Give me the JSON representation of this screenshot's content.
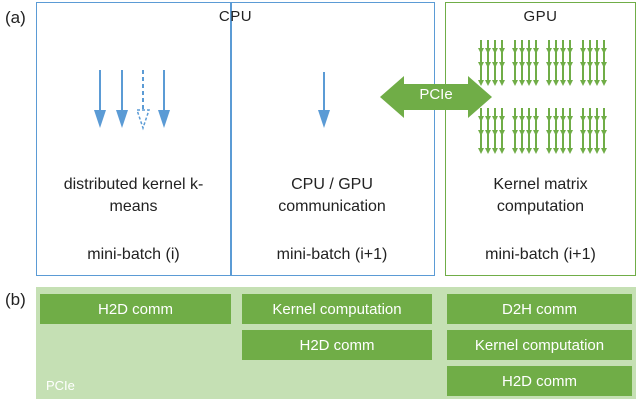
{
  "panel_a_label": "(a)",
  "panel_b_label": "(b)",
  "cpu": {
    "title": "CPU",
    "left_desc": "distributed kernel k-\nmeans",
    "left_batch": "mini-batch (i)",
    "right_desc": "CPU / GPU\ncommunication",
    "right_batch": "mini-batch (i+1)"
  },
  "link_label": "PCIe",
  "gpu": {
    "title": "GPU",
    "desc": "Kernel matrix\ncomputation",
    "batch": "mini-batch (i+1)"
  },
  "timeline": {
    "strip_label": "PCIe",
    "col1": [
      "H2D comm"
    ],
    "col2": [
      "Kernel computation",
      "H2D comm"
    ],
    "col3": [
      "D2H comm",
      "Kernel computation",
      "H2D comm"
    ]
  },
  "colors": {
    "cpu_blue": "#5b9bd5",
    "gpu_green": "#70ad47",
    "pcie_light": "#c5e0b4"
  }
}
